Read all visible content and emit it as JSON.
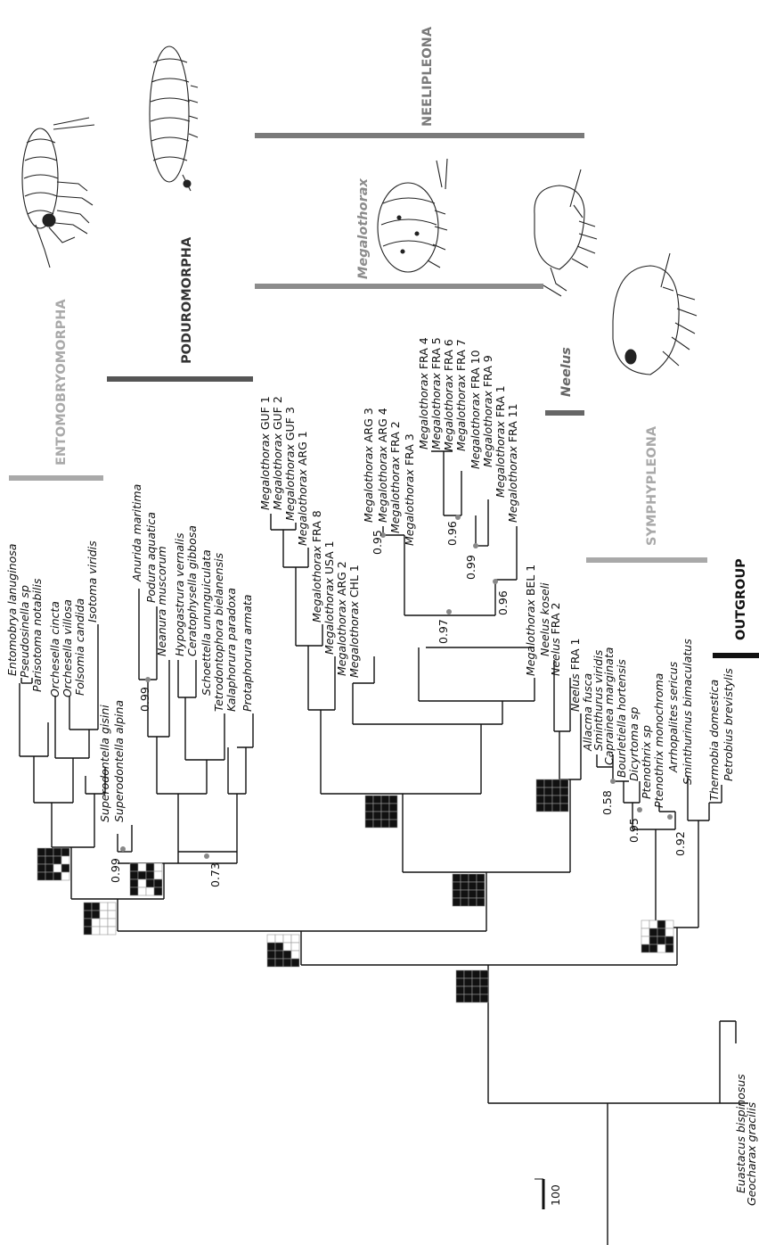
{
  "groups": {
    "entomobryomorpha": "ENTOMOBRYOMORPHA",
    "poduromorpha": "PODUROMORPHA",
    "neelipleona": "NEELIPLEONA",
    "megalothorax": "Megalothorax",
    "neelus": "Neelus",
    "symphypleona": "SYMPHYPLEONA",
    "outgroup": "OUTGROUP"
  },
  "colors": {
    "light_gray": "#a9a9a9",
    "mid_gray": "#8c8c8c",
    "dark_gray": "#555555",
    "black": "#111111"
  },
  "scale": "100",
  "support": {
    "s099a": "0.99",
    "s099b": "0.99",
    "s073": "0.73",
    "s095a": "0.95",
    "s097": "0.97",
    "s096a": "0.96",
    "s099c": "0.99",
    "s096b": "0.96",
    "s058": "0.58",
    "s095b": "0.95",
    "s092": "0.92"
  },
  "taxa": {
    "ento": [
      {
        "genus": "Entomobrya",
        "epithet": "lanuginosa"
      },
      {
        "genus": "Pseudosinella",
        "epithet": "sp"
      },
      {
        "genus": "Parisotoma",
        "epithet": "notabilis"
      },
      {
        "genus": "Orchesella",
        "epithet": "cincta"
      },
      {
        "genus": "Orchesella",
        "epithet": "villosa"
      },
      {
        "genus": "Folsomia",
        "epithet": "candida"
      },
      {
        "genus": "Isotoma",
        "epithet": "viridis"
      },
      {
        "genus": "Superodontella",
        "epithet": "gisini"
      },
      {
        "genus": "Superodontella",
        "epithet": "alpina"
      }
    ],
    "podu": [
      {
        "genus": "Anurida",
        "epithet": "maritima"
      },
      {
        "genus": "Podura",
        "epithet": "aquatica"
      },
      {
        "genus": "Neanura",
        "epithet": "muscorum"
      },
      {
        "genus": "Hypogastrura",
        "epithet": "vernalis"
      },
      {
        "genus": "Ceratophysella",
        "epithet": "gibbosa"
      },
      {
        "genus": "Schoettella",
        "epithet": "ununguiculata"
      },
      {
        "genus": "Tetrodontophora",
        "epithet": "bielanensis"
      },
      {
        "genus": "Kalaphorura",
        "epithet": "paradoxa"
      },
      {
        "genus": "Protaphorura",
        "epithet": "armata"
      }
    ],
    "mega": [
      {
        "genus": "Megalothorax",
        "epithet": "GUF 1"
      },
      {
        "genus": "Megalothorax",
        "epithet": "GUF 2"
      },
      {
        "genus": "Megalothorax",
        "epithet": "GUF 3"
      },
      {
        "genus": "Megalothorax",
        "epithet": "ARG 1"
      },
      {
        "genus": "Megalothorax",
        "epithet": "FRA 8"
      },
      {
        "genus": "Megalothorax",
        "epithet": "USA 1"
      },
      {
        "genus": "Megalothorax",
        "epithet": "ARG 2"
      },
      {
        "genus": "Megalothorax",
        "epithet": "CHL 1"
      },
      {
        "genus": "Megalothorax",
        "epithet": "ARG 3"
      },
      {
        "genus": "Megalothorax",
        "epithet": "ARG 4"
      },
      {
        "genus": "Megalothorax",
        "epithet": "FRA 2"
      },
      {
        "genus": "Megalothorax",
        "epithet": "FRA 3"
      },
      {
        "genus": "Megalothorax",
        "epithet": "FRA 4"
      },
      {
        "genus": "Megalothorax",
        "epithet": "FRA 5"
      },
      {
        "genus": "Megalothorax",
        "epithet": "FRA 6"
      },
      {
        "genus": "Megalothorax",
        "epithet": "FRA 7"
      },
      {
        "genus": "Megalothorax",
        "epithet": "FRA 10"
      },
      {
        "genus": "Megalothorax",
        "epithet": "FRA 9"
      },
      {
        "genus": "Megalothorax",
        "epithet": "FRA 1"
      },
      {
        "genus": "Megalothorax",
        "epithet": "FRA 11"
      },
      {
        "genus": "Megalothorax",
        "epithet": "BEL 1"
      }
    ],
    "neel": [
      {
        "genus": "Neelus",
        "epithet": "koseli"
      },
      {
        "genus": "Neelus",
        "epithet": "FRA 2"
      },
      {
        "genus": "Neelus",
        "epithet": "FRA 1"
      }
    ],
    "symp": [
      {
        "genus": "Allacma",
        "epithet": "fusca"
      },
      {
        "genus": "Sminthurus",
        "epithet": "viridis"
      },
      {
        "genus": "Caprainea",
        "epithet": "marginata"
      },
      {
        "genus": "Bourletiella",
        "epithet": "hortensis"
      },
      {
        "genus": "Dicyrtoma",
        "epithet": "sp"
      },
      {
        "genus": "Ptenothrix",
        "epithet": "sp"
      },
      {
        "genus": "Ptenothrix",
        "epithet": "monochroma"
      },
      {
        "genus": "Arrhopalites",
        "epithet": "sericus"
      },
      {
        "genus": "Sminthurinus",
        "epithet": "bimaculatus"
      }
    ],
    "outg": [
      {
        "genus": "Thermobia",
        "epithet": "domestica"
      },
      {
        "genus": "Petrobius",
        "epithet": "brevistylis"
      },
      {
        "genus": "Euastacus",
        "epithet": "bispinosus"
      },
      {
        "genus": "Geocharax",
        "epithet": "gracilis"
      }
    ]
  },
  "character_matrices": [
    {
      "cells": [
        1,
        1,
        1,
        1,
        1,
        1,
        1,
        0,
        1,
        1,
        0,
        1,
        1,
        1,
        1,
        0
      ]
    },
    {
      "cells": [
        1,
        0,
        1,
        0,
        1,
        1,
        1,
        0,
        1,
        0,
        1,
        1,
        1,
        0,
        0,
        1
      ]
    },
    {
      "cells": [
        1,
        1,
        0,
        0,
        1,
        1,
        0,
        0,
        1,
        0,
        0,
        0,
        1,
        0,
        0,
        0
      ]
    },
    {
      "cells": [
        0,
        0,
        0,
        0,
        1,
        1,
        0,
        0,
        1,
        1,
        1,
        0,
        1,
        1,
        1,
        1
      ]
    },
    {
      "cells": [
        1,
        1,
        1,
        1,
        1,
        1,
        1,
        1,
        1,
        1,
        1,
        1,
        1,
        1,
        1,
        1
      ]
    },
    {
      "cells": [
        1,
        1,
        1,
        1,
        1,
        1,
        1,
        1,
        1,
        1,
        1,
        1,
        1,
        1,
        1,
        1
      ]
    },
    {
      "cells": [
        1,
        1,
        1,
        1,
        1,
        1,
        1,
        1,
        1,
        1,
        1,
        1,
        1,
        1,
        1,
        1
      ]
    },
    {
      "cells": [
        1,
        1,
        1,
        1,
        1,
        1,
        1,
        1,
        1,
        1,
        1,
        1,
        1,
        1,
        1,
        1
      ]
    },
    {
      "cells": [
        0,
        0,
        1,
        0,
        0,
        1,
        1,
        0,
        0,
        1,
        1,
        1,
        1,
        1,
        0,
        1
      ]
    }
  ]
}
